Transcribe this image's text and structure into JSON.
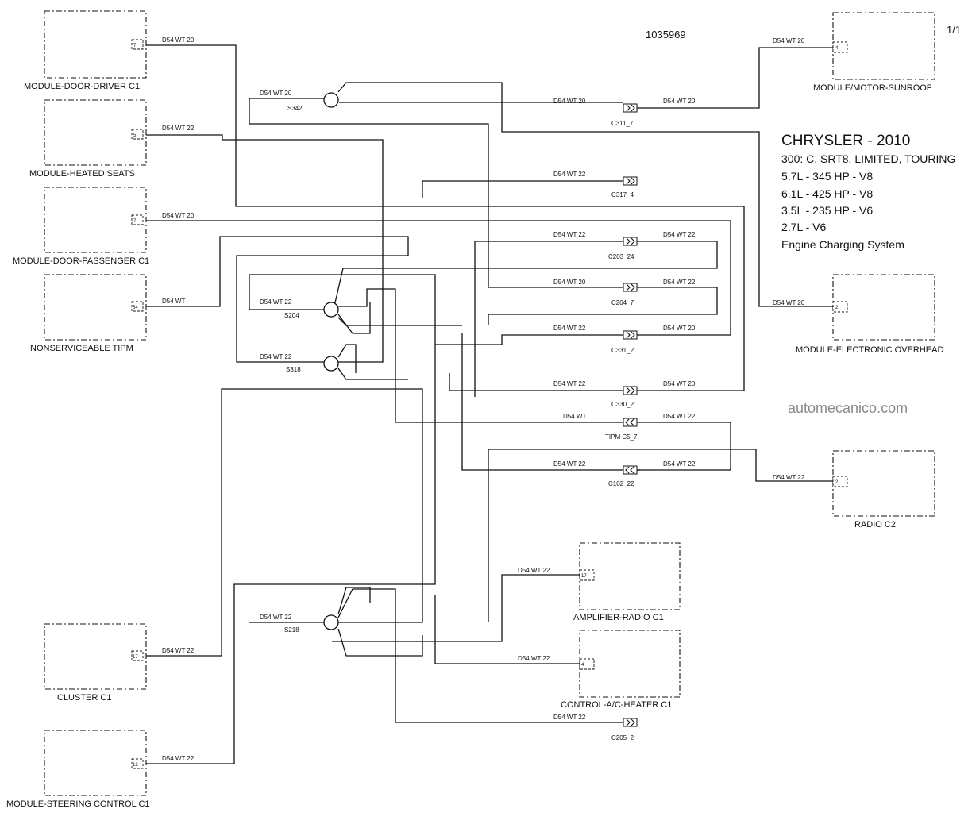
{
  "diagram_id": "1035969",
  "page": "1/1",
  "title": "CHRYSLER - 2010",
  "info_lines": [
    "300: C, SRT8, LIMITED, TOURING",
    "5.7L - 345 HP - V8",
    "6.1L - 425 HP - V8",
    "3.5L - 235 HP - V6",
    "2.7L -  V6",
    "Engine Charging System"
  ],
  "watermark": "automecanico.com",
  "modules": {
    "door_driver": {
      "label": "MODULE-DOOR-DRIVER C1",
      "pin": "7"
    },
    "heated_seats": {
      "label": "MODULE-HEATED SEATS",
      "pin": "5"
    },
    "door_passenger": {
      "label": "MODULE-DOOR-PASSENGER C1",
      "pin": "7"
    },
    "tipm": {
      "label": "NONSERVICEABLE TIPM",
      "pin": "54"
    },
    "cluster": {
      "label": "CLUSTER C1",
      "pin": "17"
    },
    "steering": {
      "label": "MODULE-STEERING CONTROL C1",
      "pin": "12"
    },
    "sunroof": {
      "label": "MODULE/MOTOR-SUNROOF",
      "pin": "4"
    },
    "overhead": {
      "label": "MODULE-ELECTRONIC OVERHEAD",
      "pin": "2"
    },
    "radio": {
      "label": "RADIO C2",
      "pin": "2"
    },
    "amplifier": {
      "label": "AMPLIFIER-RADIO C1",
      "pin": "17"
    },
    "ac_heater": {
      "label": "CONTROL-A/C-HEATER C1",
      "pin": "4"
    }
  },
  "splices": {
    "s342": "S342",
    "s204": "S204",
    "s318": "S318",
    "s218": "S218"
  },
  "connectors": {
    "c311": "C311_7",
    "c317": "C317_4",
    "c203": "C203_24",
    "c204": "C204_7",
    "c331": "C331_2",
    "c330": "C330_2",
    "tipm_c5": "TIPM C5_7",
    "c102": "C102_22",
    "c205": "C205_2"
  },
  "wire_labels": {
    "door_driver": "D54 WT 20",
    "heated_seats": "D54 WT 22",
    "door_passenger": "D54 WT 20",
    "tipm": "D54 WT",
    "cluster": "D54 WT 22",
    "steering": "D54 WT 22",
    "sunroof": "D54 WT 20",
    "overhead": "D54 WT 20",
    "radio": "D54 WT 22",
    "amplifier": "D54 WT 22",
    "ac_heater": "D54 WT 22",
    "s342": "D54 WT 20",
    "s204": "D54 WT 22",
    "s318": "D54 WT 22",
    "s218": "D54 WT 22",
    "c311_left": "D54 WT 20",
    "c311_right": "D54 WT 20",
    "c317_left": "D54 WT 22",
    "c203_left": "D54 WT 22",
    "c203_right": "D54 WT 22",
    "c204_left": "D54 WT 20",
    "c204_right": "D54 WT 22",
    "c331_left": "D54 WT 22",
    "c331_right": "D54 WT 20",
    "c330_left": "D54 WT 22",
    "c330_right": "D54 WT 20",
    "tipm_c5_left": "D54 WT",
    "tipm_c5_right": "D54 WT 22",
    "c102_left": "D54 WT 22",
    "c102_right": "D54 WT 22",
    "c205_left": "D54 WT 22"
  }
}
